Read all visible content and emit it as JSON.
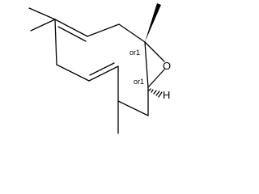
{
  "structure": {
    "atoms": {
      "oxygen": "O",
      "hydrogen": "H"
    },
    "stereo_labels": {
      "upper": "or1",
      "lower": "or1"
    },
    "colors": {
      "ink": "#000000",
      "background": "#ffffff"
    }
  }
}
